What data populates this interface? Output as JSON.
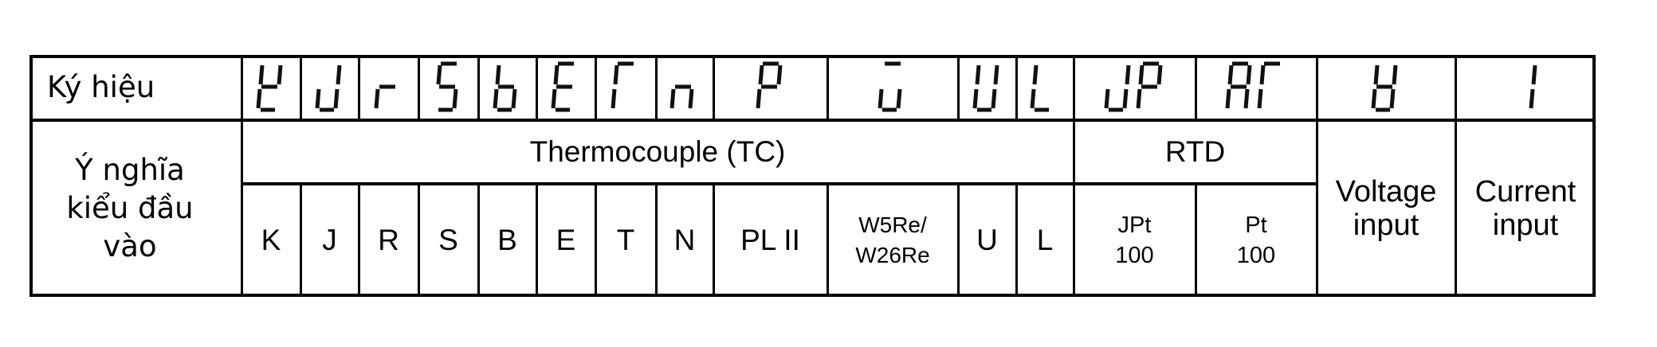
{
  "table": {
    "row_labels": {
      "symbol": "Ký hiệu",
      "meaning": "Ý nghĩa kiểu đầu vào"
    },
    "groups": [
      {
        "label": "Thermocouple (TC)"
      },
      {
        "label": "RTD"
      }
    ],
    "columns": [
      {
        "symbol": "K",
        "segments": [
          "bdefg"
        ],
        "type": "K",
        "group": "Thermocouple (TC)"
      },
      {
        "symbol": "J",
        "segments": [
          "bcde"
        ],
        "type": "J",
        "group": "Thermocouple (TC)"
      },
      {
        "symbol": "r",
        "segments": [
          "eg"
        ],
        "type": "R",
        "group": "Thermocouple (TC)"
      },
      {
        "symbol": "S",
        "segments": [
          "acdfg"
        ],
        "type": "S",
        "group": "Thermocouple (TC)"
      },
      {
        "symbol": "b",
        "segments": [
          "cdefg"
        ],
        "type": "B",
        "group": "Thermocouple (TC)"
      },
      {
        "symbol": "E",
        "segments": [
          "adefg"
        ],
        "type": "E",
        "group": "Thermocouple (TC)"
      },
      {
        "symbol": "T",
        "segments": [
          "aef"
        ],
        "type": "T",
        "group": "Thermocouple (TC)"
      },
      {
        "symbol": "n",
        "segments": [
          "ceg"
        ],
        "type": "N",
        "group": "Thermocouple (TC)"
      },
      {
        "symbol": "P",
        "segments": [
          "abefg"
        ],
        "type": "PL II",
        "group": "Thermocouple (TC)"
      },
      {
        "symbol": "W",
        "segments": [
          "acde"
        ],
        "type": "W5Re/ W26Re",
        "group": "Thermocouple (TC)"
      },
      {
        "symbol": "U",
        "segments": [
          "bcdef"
        ],
        "type": "U",
        "group": "Thermocouple (TC)"
      },
      {
        "symbol": "L",
        "segments": [
          "def"
        ],
        "type": "L",
        "group": "Thermocouple (TC)"
      },
      {
        "symbol": "JP",
        "segments": [
          "bcde",
          "abefg"
        ],
        "type": "JPt 100",
        "group": "RTD"
      },
      {
        "symbol": "PT",
        "segments": [
          "abcefg",
          "aef"
        ],
        "type": "Pt 100",
        "group": "RTD"
      },
      {
        "symbol": "V",
        "segments": [
          "bcdefg"
        ],
        "type": "Voltage input"
      },
      {
        "symbol": "I",
        "segments": [
          "bc"
        ],
        "type": "Current input"
      }
    ],
    "type_lines": {
      "w_re": [
        "W5Re/",
        "W26Re"
      ],
      "jpt": [
        "JPt",
        "100"
      ],
      "pt": [
        "Pt",
        "100"
      ],
      "voltage": [
        "Voltage",
        "input"
      ],
      "current": [
        "Current",
        "input"
      ]
    }
  }
}
